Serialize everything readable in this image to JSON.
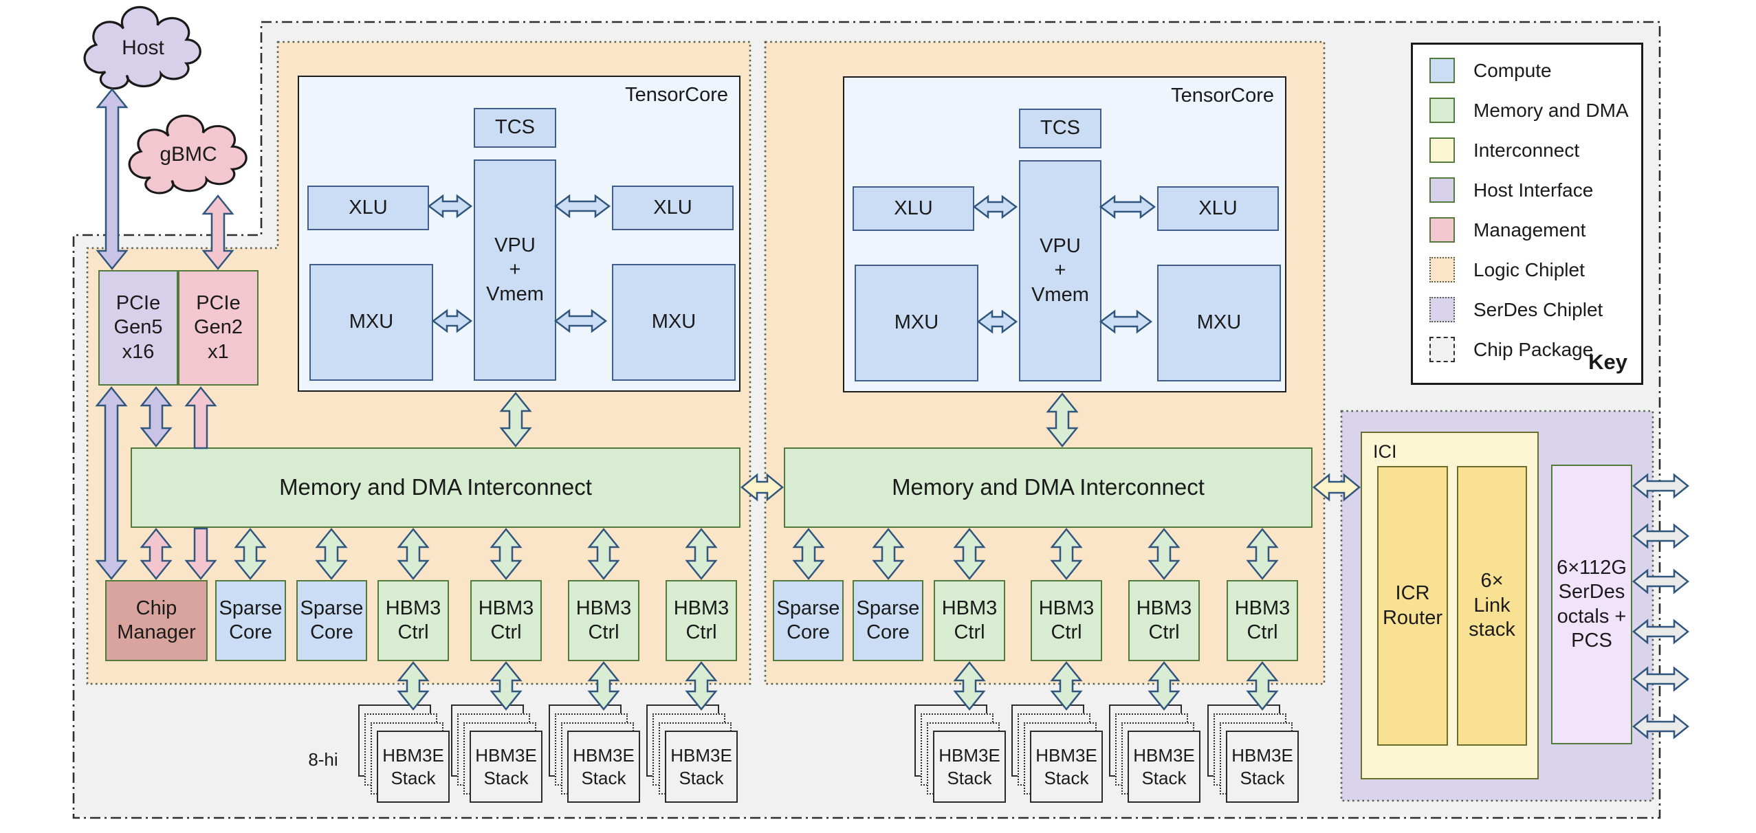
{
  "clouds": {
    "host": "Host",
    "gbmc": "gBMC"
  },
  "pcie": {
    "gen5": "PCIe\nGen5\nx16",
    "gen2": "PCIe\nGen2\nx1"
  },
  "tensorcore": {
    "label": "TensorCore",
    "tcs": "TCS",
    "xlu": "XLU",
    "vpu": "VPU\n+\nVmem",
    "mxu": "MXU"
  },
  "interconnect": {
    "label": "Memory and DMA Interconnect"
  },
  "bottom_row": {
    "chip_manager": "Chip\nManager",
    "sparse_core": "Sparse\nCore",
    "hbm3_ctrl": "HBM3\nCtrl"
  },
  "hbm_stack": {
    "label": "HBM3E\nStack",
    "note": "8-hi"
  },
  "ici": {
    "region_label": "ICI",
    "icr_router": "ICR\nRouter",
    "link_stack": "6×\nLink\nstack",
    "serdes_block": "6×112G\nSerDes\noctals +\nPCS"
  },
  "legend": {
    "title": "Key",
    "items": [
      {
        "label": "Compute"
      },
      {
        "label": "Memory and DMA"
      },
      {
        "label": "Interconnect"
      },
      {
        "label": "Host Interface"
      },
      {
        "label": "Management"
      },
      {
        "label": "Logic Chiplet"
      },
      {
        "label": "SerDes Chiplet"
      },
      {
        "label": "Chip Package"
      }
    ]
  },
  "colors": {
    "compute_fill": "#cbdcf5",
    "compute_border": "#3f5e8e",
    "tensorcore_bg": "#eef5fd",
    "tensorcore_border": "#1c1c1c",
    "memory_fill": "#d8ecd2",
    "green_border": "#527a3a",
    "interconnect_fill": "#fdf6d5",
    "interconnect_inner": "#f8e193",
    "interconnect_border": "#6b6d2b",
    "host_fill": "#d7d0eb",
    "management_fill": "#f3c7cf",
    "chip_manager_fill": "#d9a49d",
    "serdes_block_fill": "#f1e4fa",
    "logic_chiplet_fill": "#fae5c8",
    "serdes_chiplet_fill": "#d9d3eb",
    "package_fill": "#f1f1f1",
    "stack_fill": "#f1f1f1",
    "stack_border": "#2b2b2b",
    "arrow_stroke": "#31567e",
    "arrow_purple": "#c9c3e6",
    "arrow_pink": "#f3c6cf",
    "arrow_green": "#d9ecd4",
    "arrow_yellow": "#fcf3c9",
    "arrow_gray": "#eaeaea",
    "arrow_blue": "#cbdcf5",
    "chiplet_border": "#57614e",
    "package_border": "#2e2e2e",
    "text": "#1a1a1a"
  }
}
